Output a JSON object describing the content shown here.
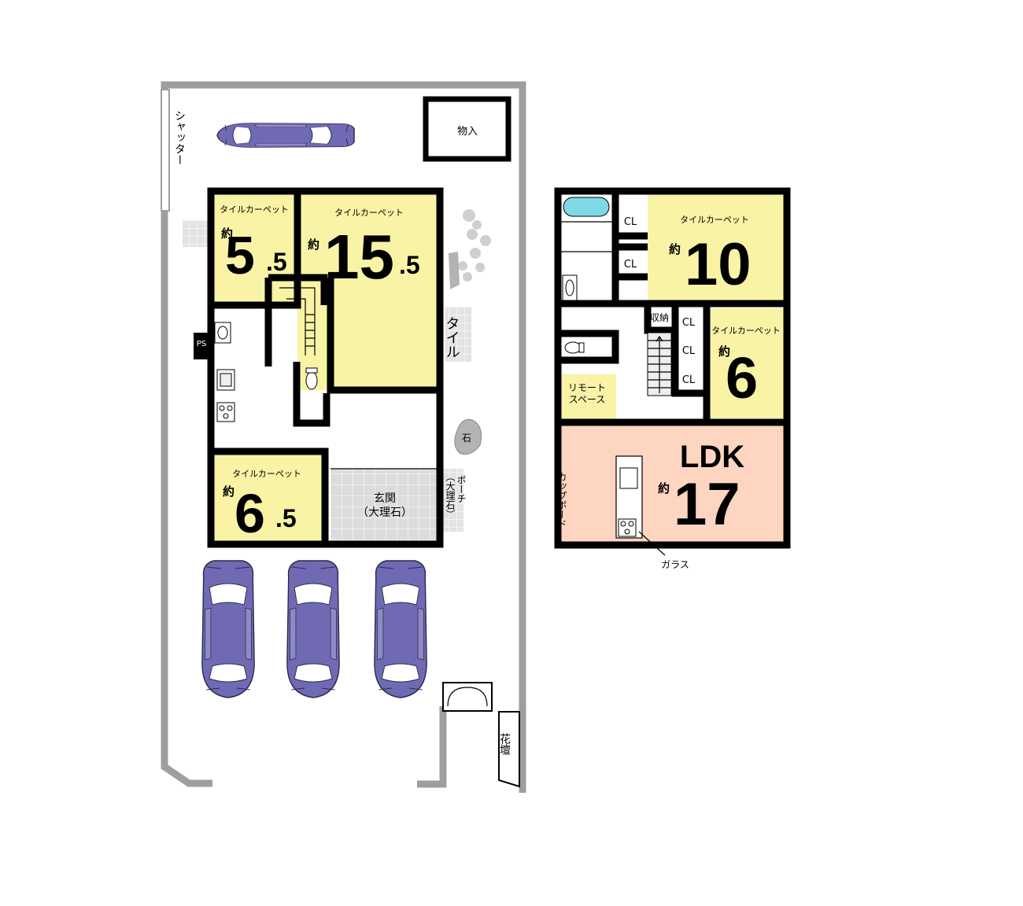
{
  "floor1": {
    "shutter": "シャッター",
    "storage": "物入",
    "rooms": [
      {
        "id": "r55",
        "floor": "タイルカーペット",
        "prefix": "約",
        "size_main": "5",
        "size_dec": ".5",
        "color": "#f9f3a6"
      },
      {
        "id": "r155",
        "floor": "タイルカーペット",
        "prefix": "約",
        "size_main": "15",
        "size_dec": ".5",
        "color": "#f9f3a6"
      },
      {
        "id": "r65",
        "floor": "タイルカーペット",
        "prefix": "約",
        "size_main": "6",
        "size_dec": ".5",
        "color": "#f9f3a6"
      }
    ],
    "ps": "PS",
    "tile": "タイル",
    "stone": "石",
    "entrance": "玄関",
    "entrance_material": "（大理石）",
    "porch": "ポーチ",
    "porch_material": "（大理石）",
    "flowerbed": "花壇"
  },
  "floor2": {
    "closet_labels": [
      "CL",
      "CL",
      "CL",
      "CL",
      "CL"
    ],
    "storage": "収納",
    "remote_space_line1": "リモート",
    "remote_space_line2": "スペース",
    "cupboard": "カップボード",
    "glass": "ガラス",
    "rooms": [
      {
        "id": "r10",
        "floor": "タイルカーペット",
        "prefix": "約",
        "size_main": "10",
        "color": "#f9f3a6"
      },
      {
        "id": "r6",
        "floor": "タイルカーペット",
        "prefix": "約",
        "size_main": "6",
        "color": "#f9f3a6"
      },
      {
        "id": "ldk",
        "name": "LDK",
        "prefix": "約",
        "size_main": "17",
        "color": "#fdd5c0"
      }
    ]
  },
  "colors": {
    "car": "#6f6ab3",
    "fence": "#9e9e9e",
    "tub": "#7fd8e6",
    "entrance_tile": "#dcdcdc",
    "stone": "#b3b3b3"
  },
  "icons": [
    "car-icon",
    "bathtub-icon",
    "toilet-icon",
    "sink-icon",
    "stove-icon",
    "stone-icon",
    "bush-icon"
  ]
}
